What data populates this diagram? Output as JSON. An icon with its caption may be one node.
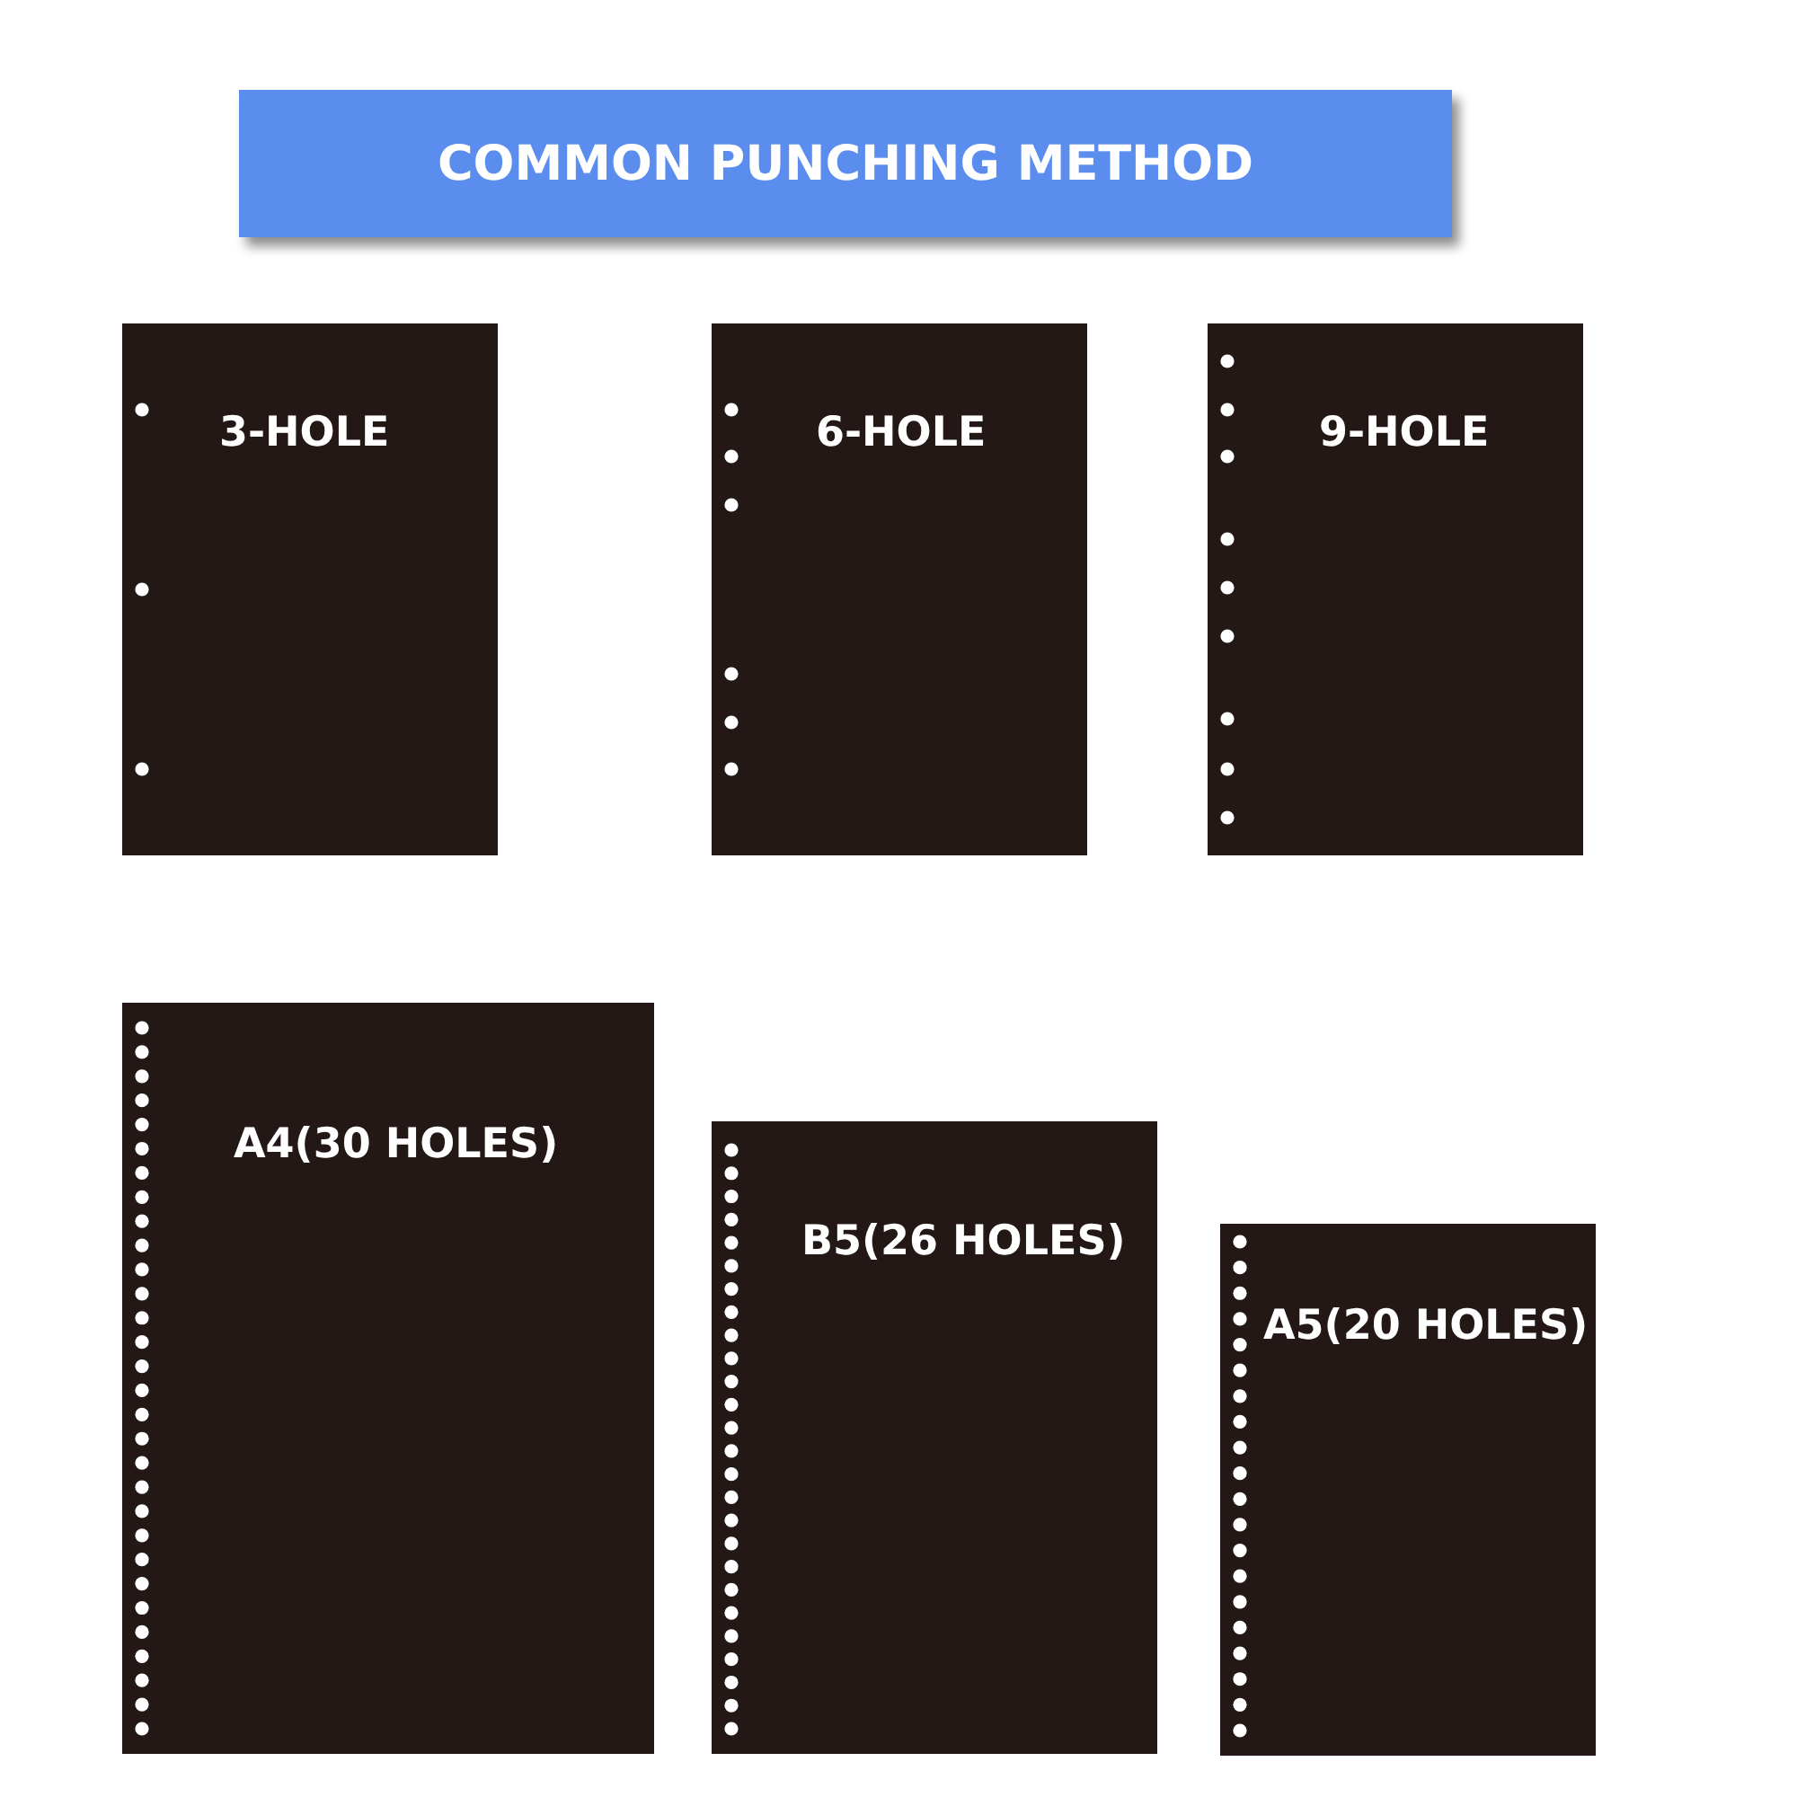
{
  "diagram": {
    "title": "COMMON PUNCHING METHOD",
    "nodes": [
      {
        "text": [
          "3-HOLE"
        ]
      },
      {
        "text": [
          "6-HOLE"
        ]
      },
      {
        "text": [
          "9-HOLE"
        ]
      },
      {
        "text": [
          "A4(30 HOLES)"
        ]
      },
      {
        "text": [
          "B5(26 HOLES)"
        ]
      },
      {
        "text": [
          "A5(20 HOLES)"
        ]
      }
    ]
  }
}
